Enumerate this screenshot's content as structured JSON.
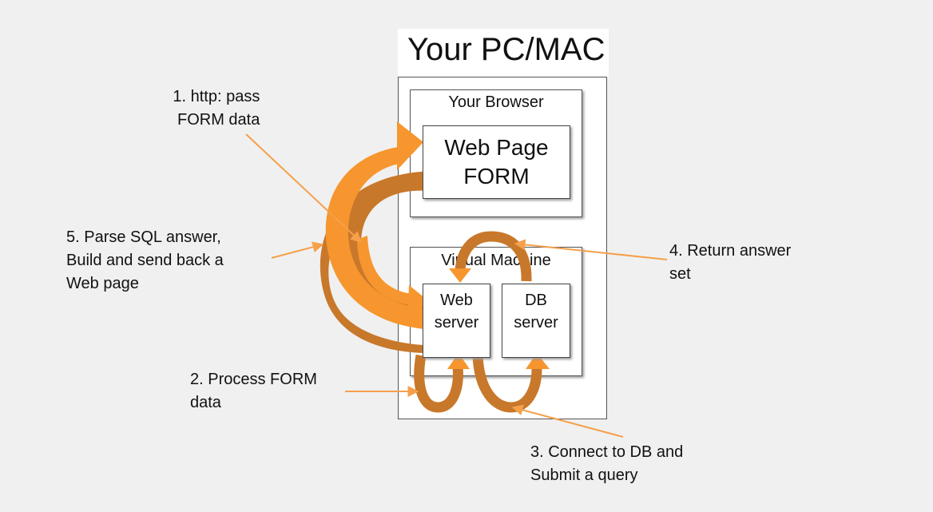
{
  "pc": {
    "title": "Your PC/MAC"
  },
  "browser": {
    "title": "Your Browser",
    "form_line1": "Web Page",
    "form_line2": "FORM"
  },
  "vm": {
    "title": "Virtual Machine"
  },
  "web_server": {
    "line1": "Web",
    "line2": "server"
  },
  "db_server": {
    "line1": "DB",
    "line2": "server"
  },
  "steps": [
    {
      "line1": "1. http: pass",
      "line2": "FORM data"
    },
    {
      "line1": "2. Process FORM",
      "line2": "data"
    },
    {
      "line1": "3. Connect to DB and",
      "line2": "Submit a query"
    },
    {
      "line1": "4. Return answer",
      "line2": "set"
    },
    {
      "line1": "5. Parse SQL answer,",
      "line2": "Build and send back a",
      "line3": "Web page"
    }
  ],
  "colors": {
    "arrow_light": "#f7962e",
    "arrow_dark": "#c8782a",
    "pointer": "#f5a04a",
    "background": "#f0f0f0"
  }
}
